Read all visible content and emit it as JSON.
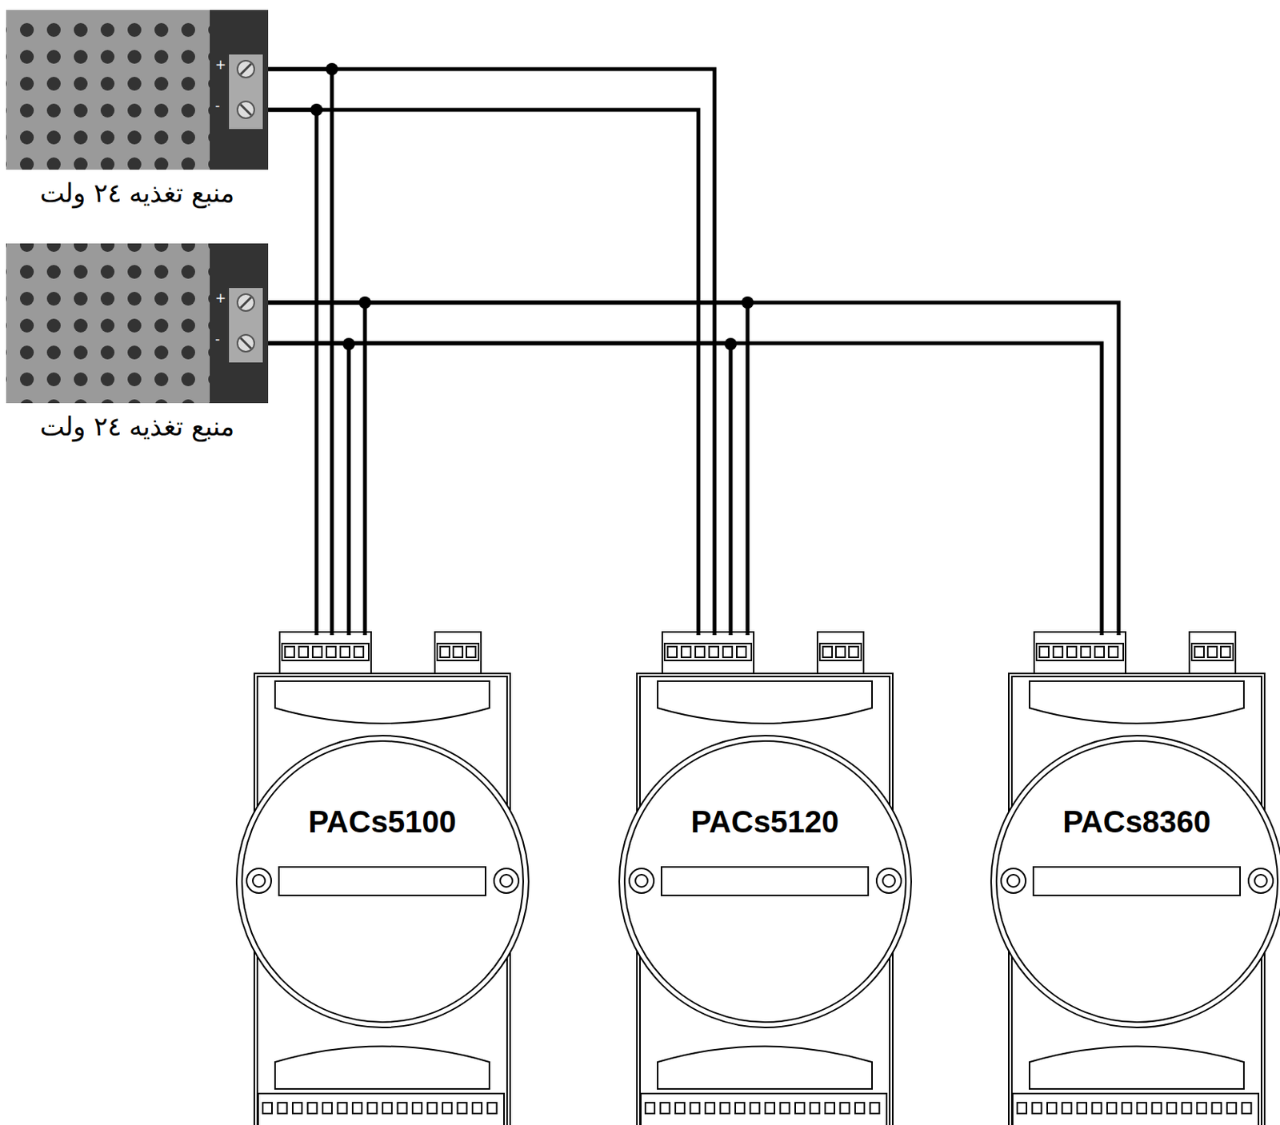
{
  "diagram": {
    "nodes": [
      {
        "text": [
          "منبع تغذیه ٢٤ ولت"
        ]
      },
      {
        "text": [
          "منبع تغذیه ٢٤ ولت"
        ]
      },
      {
        "text": [
          "PACs5100"
        ]
      },
      {
        "text": [
          "PACs5120"
        ]
      },
      {
        "text": [
          "PACs8360"
        ]
      }
    ],
    "edges": [
      {
        "from": 0,
        "to": 2,
        "arrow": "none"
      },
      {
        "from": 0,
        "to": 3,
        "arrow": "none"
      },
      {
        "from": 1,
        "to": 2,
        "arrow": "none"
      },
      {
        "from": 1,
        "to": 3,
        "arrow": "none"
      },
      {
        "from": 1,
        "to": 4,
        "arrow": "none"
      }
    ],
    "labels": [
      "+",
      "-",
      "+",
      "-"
    ]
  }
}
